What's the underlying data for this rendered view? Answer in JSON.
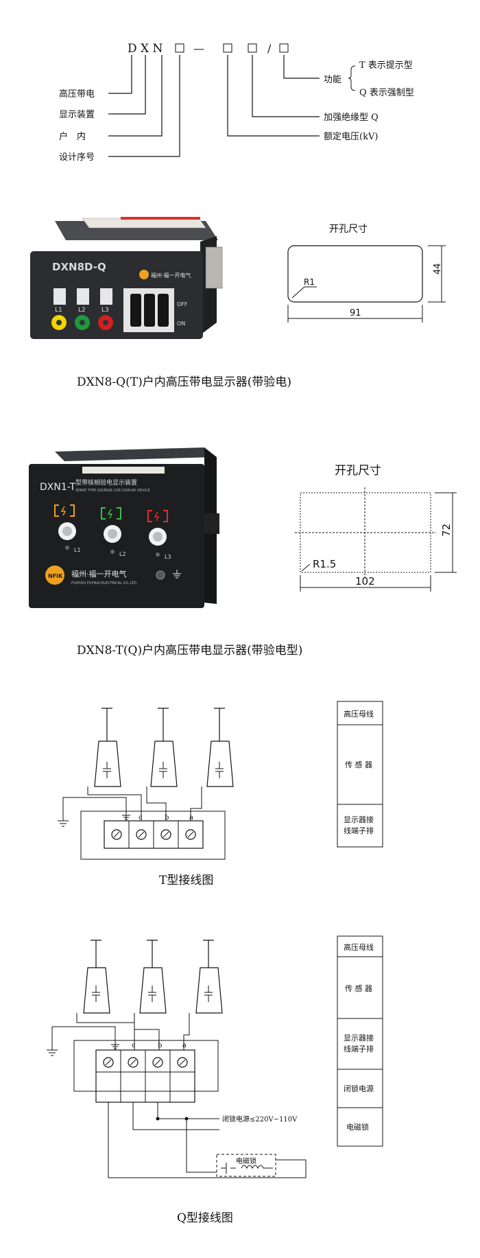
{
  "model_code": {
    "letters": "D X N",
    "slash": "/",
    "dash": "—",
    "left_labels": [
      "高压带电",
      "显示装置",
      "户　内",
      "设计序号"
    ],
    "right_function": "功能",
    "function_t": "T 表示提示型",
    "function_q": "Q 表示强制型",
    "reinforced": "加强绝缘型 Q",
    "rated_voltage": "额定电压(kV)"
  },
  "product1": {
    "panel_model": "DXN8D-Q",
    "panel_brand": "福州·福一开电气",
    "phase_labels": [
      "L1",
      "L2",
      "L3"
    ],
    "switch_off": "OFF",
    "switch_on": "ON",
    "caption": "DXN8-Q(T)户内高压带电显示器(带验电)",
    "cutout_title": "开孔尺寸",
    "radius": "R1",
    "width": "91",
    "height": "44"
  },
  "product2": {
    "panel_model": "DXN1-T",
    "panel_subtitle": "型带核相验电显示装置",
    "panel_subtitle_en": "SERVE TYPE VOLTAGE LIVE DISPLAY DEVICE",
    "panel_logo": "NFIK",
    "panel_brand": "福州·福一开电气",
    "panel_brand_en": "FUZHOU FUYIKAI ELECTRICAL CO.,LTD.",
    "phase_labels": [
      "L1",
      "L2",
      "L3"
    ],
    "caption": "DXN8-T(Q)户内高压带电显示器(带验电型)",
    "cutout_title": "开孔尺寸",
    "radius": "R1.5",
    "width": "102",
    "height": "72"
  },
  "diagram_t": {
    "terminal_letters": [
      "c",
      "b",
      "a"
    ],
    "legend": [
      "高压母线",
      "传 感 器",
      "显示器接\n线端子排"
    ],
    "caption": "T型接线图"
  },
  "diagram_q": {
    "terminal_letters": [
      "c",
      "b",
      "a"
    ],
    "power_label": "闭锁电源≤220V~110V",
    "lock_label": "电磁锁",
    "legend": [
      "高压母线",
      "传 感 器",
      "显示器接\n线端子排",
      "闭锁电源",
      "电磁锁"
    ],
    "caption": "Q型接线图"
  },
  "colors": {
    "panel_dark": "#2b2d30",
    "yellow": "#f2d400",
    "green": "#1e9a3c",
    "red": "#d42020",
    "orange_mark": "#f0a020",
    "green_mark": "#3cc04a",
    "red_mark": "#e03030"
  }
}
